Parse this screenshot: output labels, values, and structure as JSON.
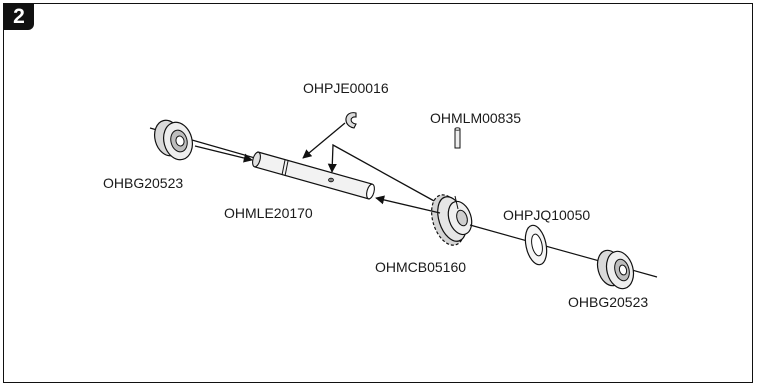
{
  "step": {
    "number": "2"
  },
  "parts": {
    "bearing_left": "OHBG20523",
    "bearing_right": "OHBG20523",
    "e_clip": "OHPJE00016",
    "pin": "OHMLM00835",
    "shaft": "OHMLE20170",
    "gear": "OHMCB05160",
    "washer": "OHPJQ10050"
  },
  "colors": {
    "line": "#111111",
    "part_fill": "#eeeeee",
    "part_shade": "#9a9a9a"
  }
}
